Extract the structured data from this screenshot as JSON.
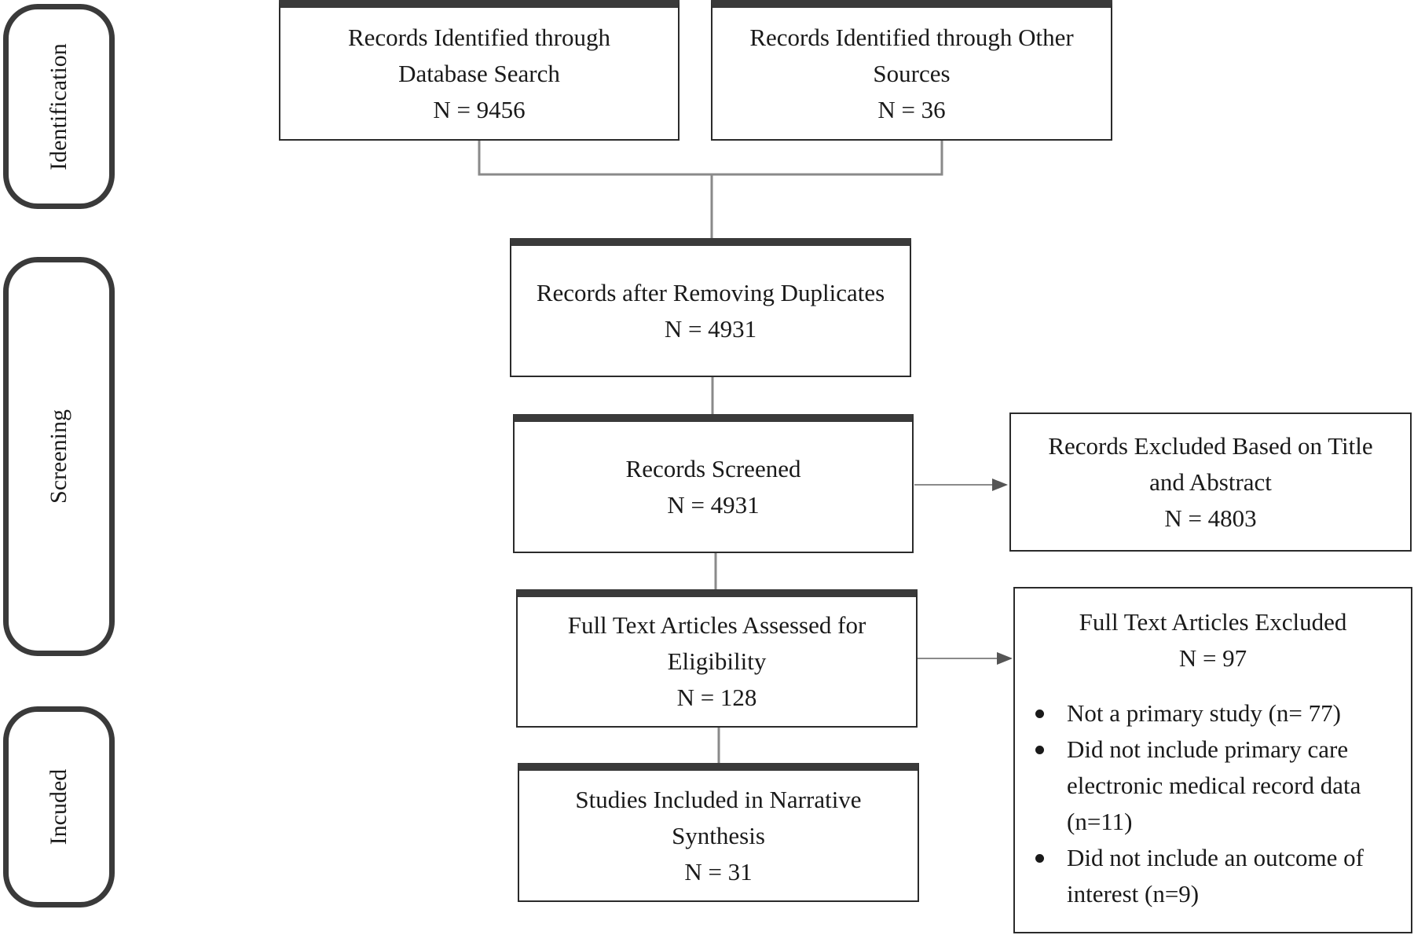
{
  "phases": {
    "identification": "Identification",
    "screening": "Screening",
    "included": "Incuded"
  },
  "boxes": {
    "database_search": {
      "lines": [
        "Records Identified through",
        "Database Search",
        "N = 9456"
      ]
    },
    "other_sources": {
      "lines": [
        "Records Identified through Other",
        "Sources",
        "N = 36"
      ]
    },
    "after_duplicates": {
      "lines": [
        "Records after Removing Duplicates",
        "N = 4931"
      ]
    },
    "screened": {
      "lines": [
        "Records Screened",
        "N = 4931"
      ]
    },
    "excluded_title_abstract": {
      "lines": [
        "Records Excluded Based on Title",
        "and Abstract",
        "N = 4803"
      ]
    },
    "full_text_assessed": {
      "lines": [
        "Full Text Articles Assessed for",
        "Eligibility",
        "N = 128"
      ]
    },
    "included_synthesis": {
      "lines": [
        "Studies Included in Narrative",
        "Synthesis",
        "N = 31"
      ]
    }
  },
  "full_text_excluded": {
    "title": "Full Text Articles Excluded",
    "count": "N = 97",
    "reasons": [
      [
        "Not a primary study (n= 77)"
      ],
      [
        "Did not include primary care",
        "electronic medical record data",
        "(n=11)"
      ],
      [
        "Did not include an outcome of",
        "interest (n=9)"
      ]
    ]
  }
}
